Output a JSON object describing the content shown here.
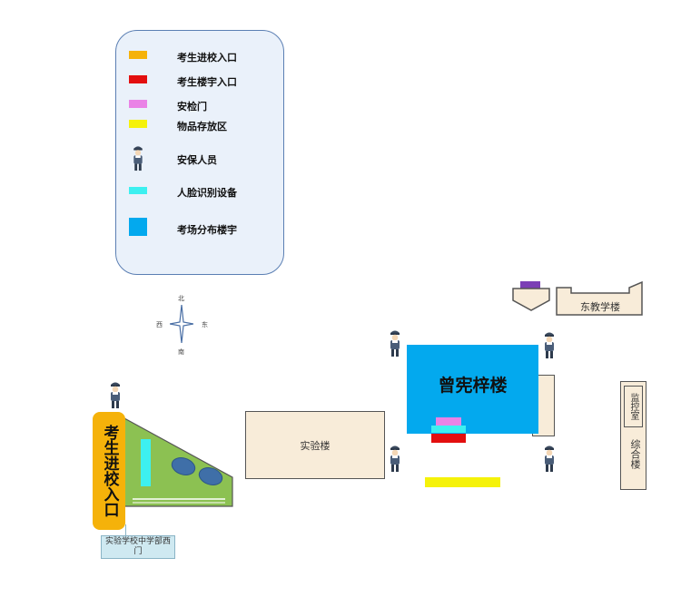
{
  "legend": {
    "items": [
      {
        "label": "考生进校入口",
        "swatch": "#f5b20a",
        "icon": "orange-bar"
      },
      {
        "label": "考生楼宇入口",
        "swatch": "#e30f0f",
        "icon": "red-bar"
      },
      {
        "label": "安检门",
        "swatch": "#ea82e6",
        "icon": "pink-bar"
      },
      {
        "label": "物品存放区",
        "swatch": "#f5f20a",
        "icon": "yellow-bar"
      },
      {
        "label": "安保人员",
        "swatch": "#3b4a5e",
        "icon": "security-guard-icon"
      },
      {
        "label": "人脸识别设备",
        "swatch": "#3df0f0",
        "icon": "cyan-bar"
      },
      {
        "label": "考场分布楼宇",
        "swatch": "#03a9ee",
        "icon": "blue-square"
      }
    ]
  },
  "compass": {
    "north": "北",
    "south": "南",
    "west": "西",
    "east": "东"
  },
  "map": {
    "east_building": "东教学楼",
    "main_building": "曾宪梓楼",
    "lab_building": "实验楼",
    "monitor_room": "监控室",
    "comprehensive_building": "综合楼",
    "entrance": "考生进校入口",
    "west_gate": "实验学校中学部西门"
  },
  "colors": {
    "entrance": "#f5b20a",
    "building_entrance": "#e30f0f",
    "security_gate": "#ea82e6",
    "storage": "#f5f20a",
    "face_recognition": "#3df0f0",
    "exam_building": "#03a9ee",
    "lawn": "#8cc152",
    "gate_purple": "#7b3fb5"
  }
}
